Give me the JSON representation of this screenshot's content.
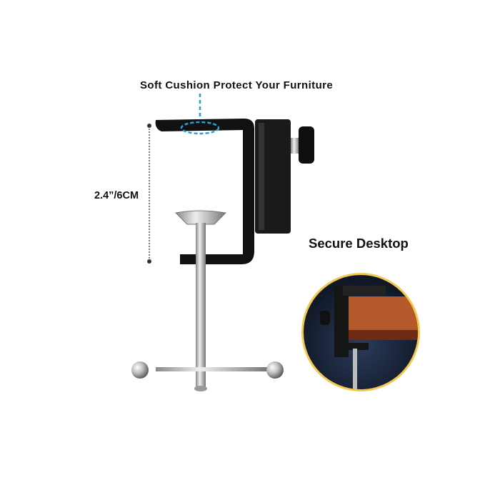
{
  "annotations": {
    "cushion_label": "Soft Cushion Protect Your Furniture",
    "dimension_label": "2.4”/6CM",
    "inset_label": "Secure Desktop"
  },
  "colors": {
    "callout": "#2a9fd6",
    "clamp": "#111111",
    "table_wood": "#8a3d1c"
  }
}
